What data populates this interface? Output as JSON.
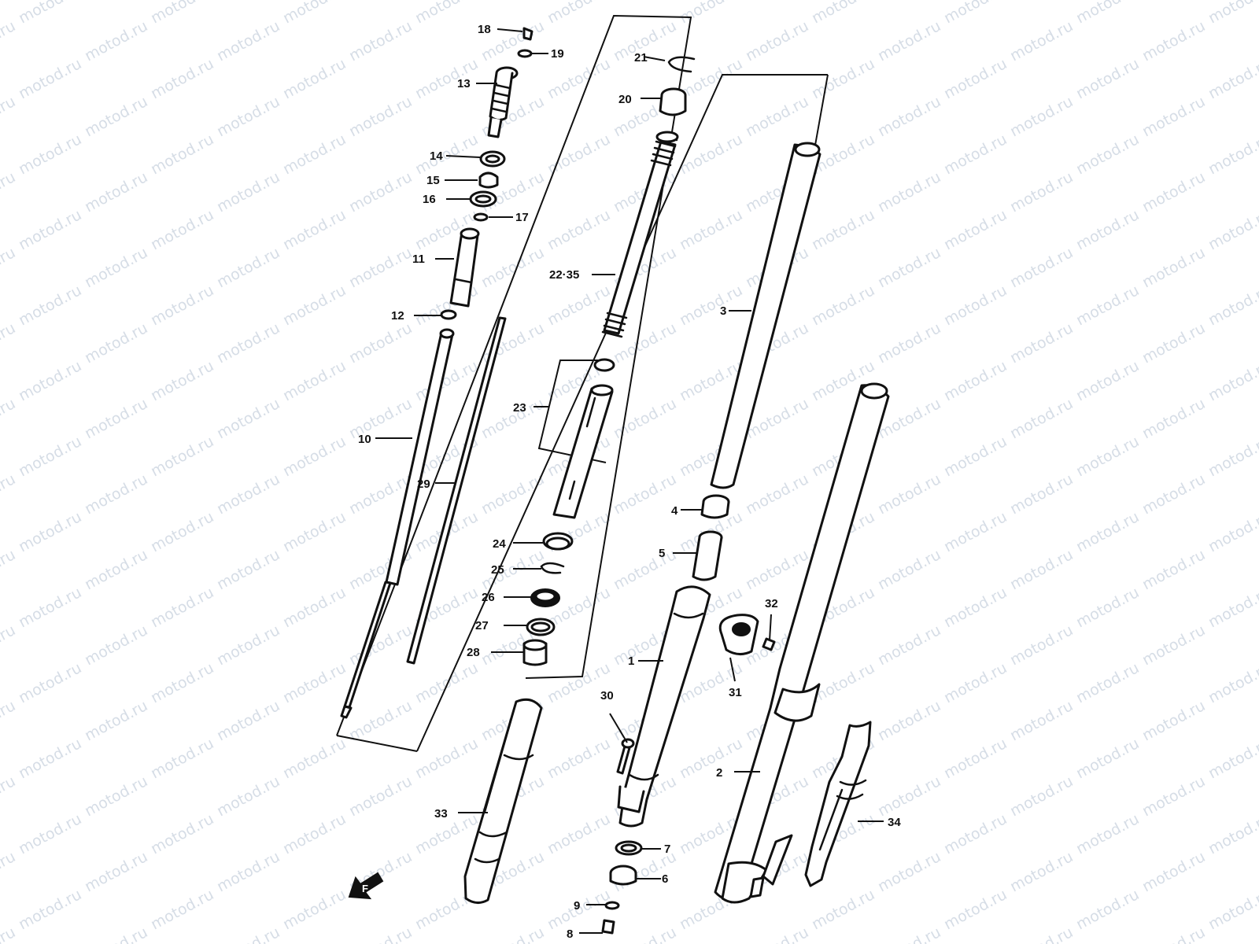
{
  "watermark": "motod.ru",
  "labels": {
    "p1": "1",
    "p2": "2",
    "p3": "3",
    "p4": "4",
    "p5": "5",
    "p6": "6",
    "p7": "7",
    "p8": "8",
    "p9": "9",
    "p10": "10",
    "p11": "11",
    "p12": "12",
    "p13": "13",
    "p14": "14",
    "p15": "15",
    "p16": "16",
    "p17": "17",
    "p18": "18",
    "p19": "19",
    "p20": "20",
    "p21": "21",
    "p22_35": "22·35",
    "p23": "23",
    "p24": "24",
    "p25": "25",
    "p26": "26",
    "p27": "27",
    "p28": "28",
    "p29": "29",
    "p30": "30",
    "p31": "31",
    "p32": "32",
    "p33": "33",
    "p34": "34"
  },
  "colors": {
    "line": "#111111",
    "watermark": "#d6dde6",
    "background": "#ffffff"
  },
  "icons": {
    "front_arrow": "front-direction-arrow-icon"
  }
}
